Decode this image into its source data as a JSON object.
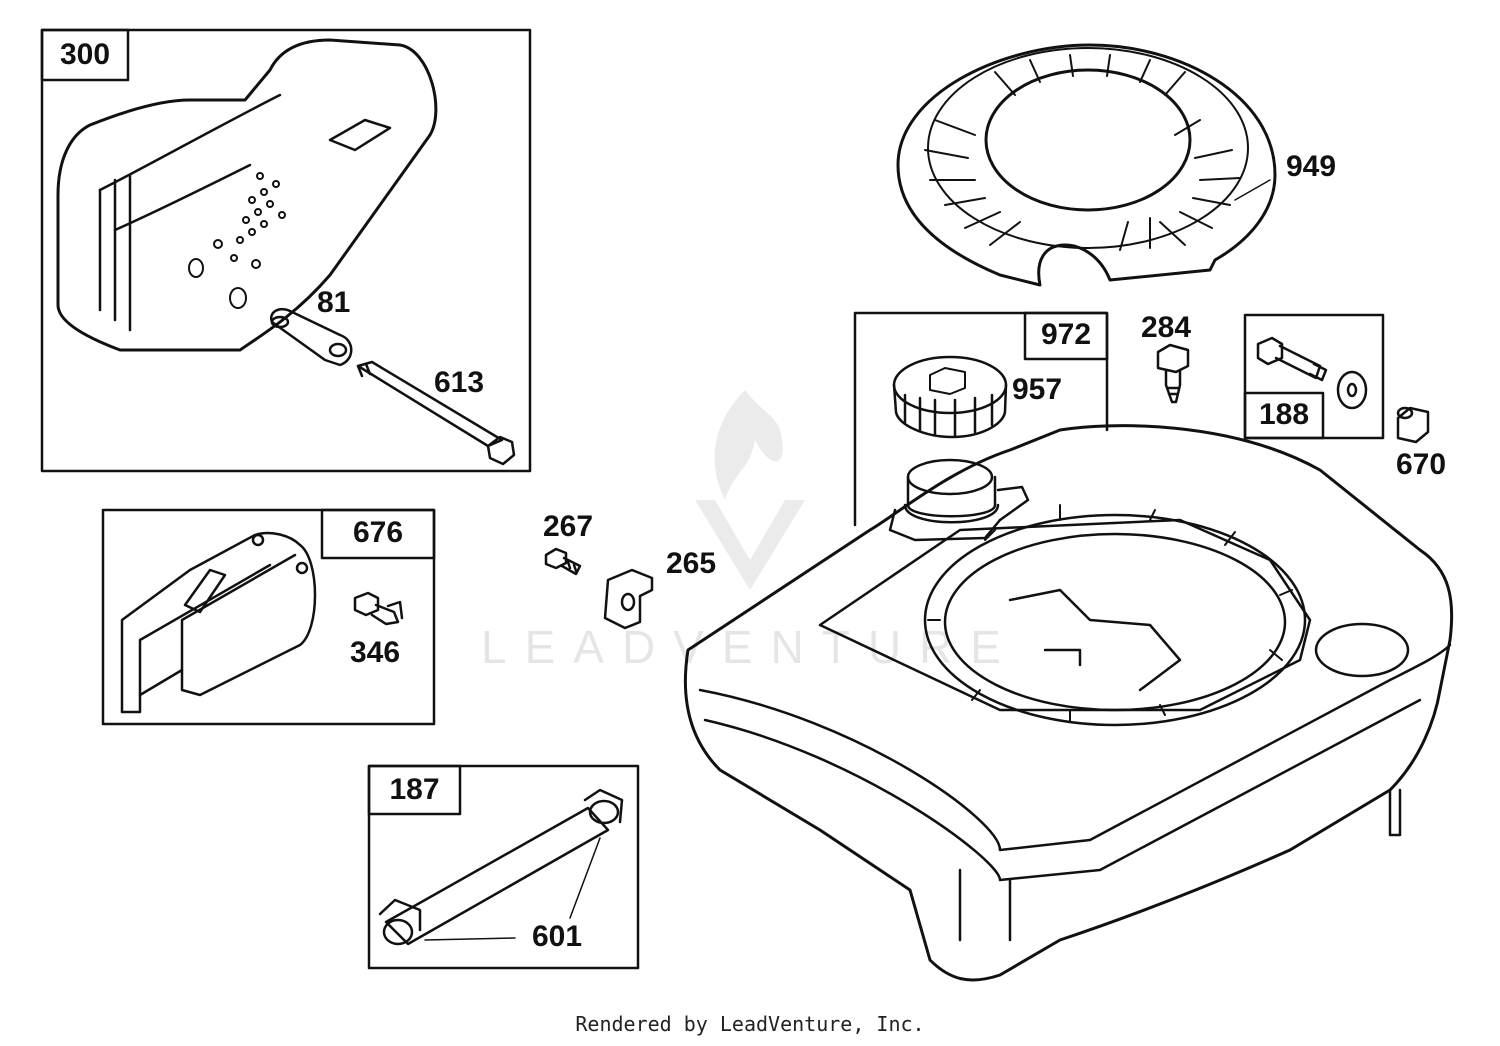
{
  "diagram": {
    "callouts": {
      "p81": "81",
      "p613": "613",
      "p949": "949",
      "p957": "957",
      "p284": "284",
      "p670": "670",
      "p346": "346",
      "p267": "267",
      "p265": "265",
      "p601": "601"
    },
    "kits": {
      "k300": "300",
      "k972": "972",
      "k188": "188",
      "k676": "676",
      "k187": "187"
    },
    "watermark": "LEADVENTURE",
    "footer": "Rendered by LeadVenture, Inc."
  }
}
